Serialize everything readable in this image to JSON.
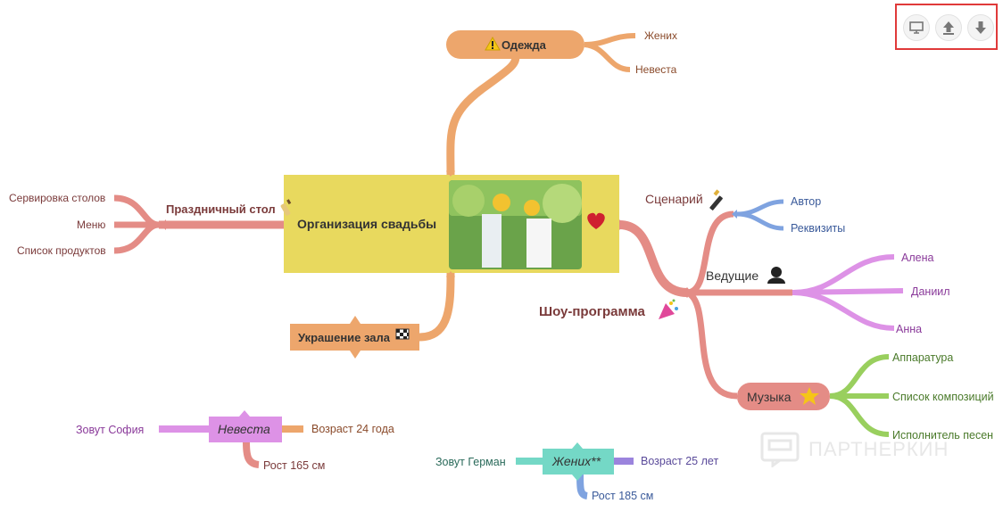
{
  "central": {
    "title": "Организация свадьбы"
  },
  "odezhda": {
    "title": "Одежда",
    "children": [
      "Жених",
      "Невеста"
    ]
  },
  "stol": {
    "title": "Праздничный стол",
    "children": [
      "Сервировка столов",
      "Меню",
      "Список продуктов"
    ]
  },
  "ukrashenie": {
    "title": "Украшение зала"
  },
  "show": {
    "title": "Шоу-программа"
  },
  "scenariy": {
    "title": "Сценарий",
    "children": [
      "Автор",
      "Реквизиты"
    ]
  },
  "vedushie": {
    "title": "Ведущие",
    "children": [
      "Алена",
      "Даниил",
      "Анна"
    ]
  },
  "muzyka": {
    "title": "Музыка",
    "children": [
      "Аппаратура",
      "Список композиций",
      "Исполнитель песен"
    ]
  },
  "nevesta_float": {
    "title": "Невеста",
    "left": "Зовут София",
    "right": "Возраст 24 года",
    "bottom": "Рост 165 см"
  },
  "zhenih_float": {
    "title": "Жених**",
    "left": "Зовут Герман",
    "right": "Возраст 25 лет",
    "bottom": "Рост 185 см"
  },
  "watermark": "ПАРТНЕРКИН",
  "toolbar": {
    "buttons": [
      "presentation-icon",
      "export-upload-icon",
      "download-icon"
    ]
  },
  "colors": {
    "orange": "#eda66c",
    "red": "#e48c86",
    "yellow": "#e8d95e",
    "blue": "#7fa3e0",
    "pink": "#dd92e6",
    "green": "#99cf5e",
    "teal": "#74d8c6",
    "purple": "#9b84dd"
  }
}
